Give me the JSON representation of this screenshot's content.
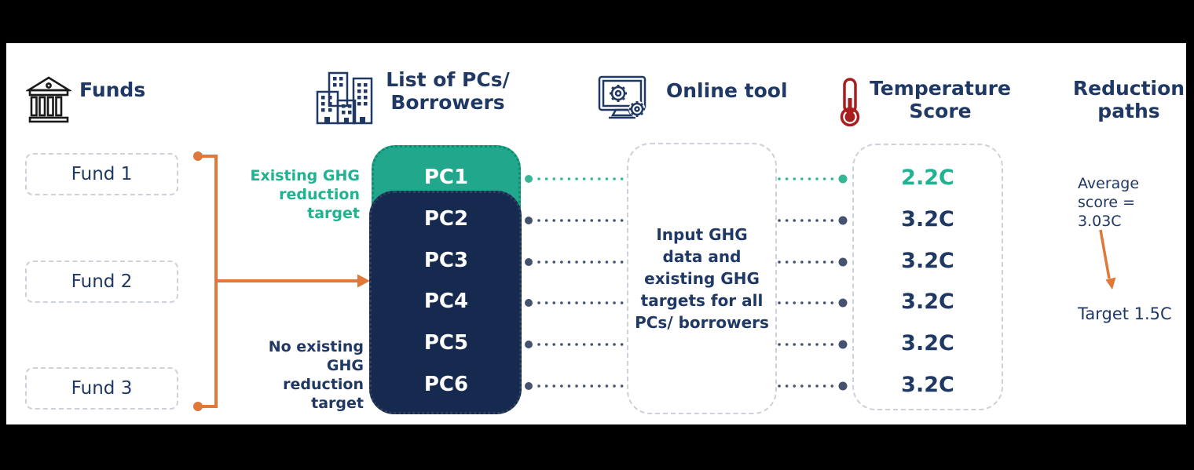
{
  "colors": {
    "navy-text": "#1F3864",
    "navy-box": "#16294E",
    "teal": "#21A78C",
    "teal-text": "#1FB392",
    "orange": "#E0783A",
    "red": "#A81D1D",
    "dot-navy": "#45536F",
    "dot-teal": "#35B795",
    "dash-gray": "#CDD1D9",
    "ink": "#1A1A1A"
  },
  "headers": {
    "funds": "Funds",
    "list_line1": "List of PCs/",
    "list_line2": "Borrowers",
    "tool": "Online tool",
    "score_line1": "Temperature",
    "score_line2": "Score",
    "paths_line1": "Reduction",
    "paths_line2": "paths"
  },
  "icons": {
    "funds": "bank-icon",
    "list": "buildings-icon",
    "tool": "monitor-gears-icon",
    "score": "thermometer-icon"
  },
  "funds": [
    {
      "label": "Fund 1"
    },
    {
      "label": "Fund 2"
    },
    {
      "label": "Fund 3"
    }
  ],
  "annotations": {
    "existing_line1": "Existing GHG",
    "existing_line2": "reduction target",
    "none_line1": "No existing GHG",
    "none_line2": "reduction target"
  },
  "pcs": [
    {
      "label": "PC1",
      "score": "2.2C"
    },
    {
      "label": "PC2",
      "score": "3.2C"
    },
    {
      "label": "PC3",
      "score": "3.2C"
    },
    {
      "label": "PC4",
      "score": "3.2C"
    },
    {
      "label": "PC5",
      "score": "3.2C"
    },
    {
      "label": "PC6",
      "score": "3.2C"
    }
  ],
  "tool_box": {
    "lines": [
      "Input GHG",
      "data and",
      "existing GHG",
      "targets for all",
      "PCs/ borrowers"
    ]
  },
  "reduction": {
    "average_line1": "Average",
    "average_line2": "score =",
    "average_line3": "3.03C",
    "target": "Target 1.5C"
  }
}
